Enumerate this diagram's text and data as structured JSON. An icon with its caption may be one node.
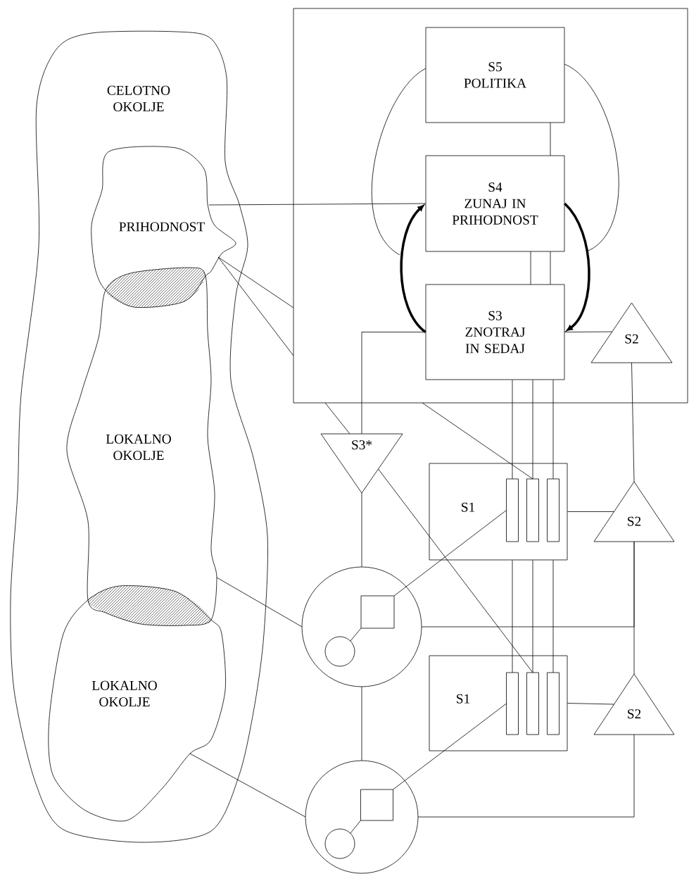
{
  "diagram": {
    "nodes": [
      {
        "text": [
          "CELOTNO OKOLJE"
        ]
      },
      {
        "text": [
          "PRIHODNOST"
        ],
        "in": 0
      },
      {
        "text": [
          "LOKALNO OKOLJE"
        ],
        "in": 0
      },
      {
        "text": [
          "LOKALNO OKOLJE"
        ],
        "in": 0
      },
      {
        "text": [],
        "shape": "box"
      },
      {
        "text": [
          "S5",
          "POLITIKA"
        ],
        "in": 4
      },
      {
        "text": [
          "S4",
          "ZUNAJ IN PRIHODNOST"
        ],
        "in": 4
      },
      {
        "text": [
          "S3",
          "ZNOTRAJ IN SEDAJ"
        ],
        "in": 4
      },
      {
        "text": [
          "S2"
        ],
        "in": 4
      },
      {
        "text": [
          "S3*"
        ]
      },
      {
        "text": [
          "S1"
        ]
      },
      {
        "text": [],
        "shape": "bar",
        "in": 10
      },
      {
        "text": [],
        "shape": "bar",
        "in": 10
      },
      {
        "text": [],
        "shape": "bar",
        "in": 10
      },
      {
        "text": [
          "S2"
        ]
      },
      {
        "text": [],
        "shape": "circle"
      },
      {
        "text": [],
        "shape": "box",
        "in": 15
      },
      {
        "text": [],
        "shape": "circle",
        "in": 15
      },
      {
        "text": [
          "S1"
        ]
      },
      {
        "text": [],
        "shape": "bar",
        "in": 18
      },
      {
        "text": [],
        "shape": "bar",
        "in": 18
      },
      {
        "text": [],
        "shape": "bar",
        "in": 18
      },
      {
        "text": [
          "S2"
        ]
      },
      {
        "text": [],
        "shape": "circle"
      },
      {
        "text": [],
        "shape": "box",
        "in": 23
      },
      {
        "text": [],
        "shape": "circle",
        "in": 23
      }
    ],
    "edges": [
      {
        "from": 1,
        "to": 6,
        "arrow": "none"
      },
      {
        "from": 1,
        "to": 4,
        "arrow": "none"
      },
      {
        "from": 1,
        "to": 4,
        "arrow": "none"
      },
      {
        "from": 5,
        "to": 6,
        "arrow": "none"
      },
      {
        "from": 6,
        "to": 7,
        "arrow": "none"
      },
      {
        "from": 6,
        "to": 7,
        "arrow": "none"
      },
      {
        "from": 7,
        "to": 6,
        "arrow": "to",
        "style": "thick"
      },
      {
        "from": 6,
        "to": 7,
        "arrow": "to",
        "style": "thick"
      },
      {
        "from": 5,
        "to": null,
        "arrow": "none"
      },
      {
        "from": 5,
        "to": null,
        "arrow": "none"
      },
      {
        "from": 8,
        "to": 7,
        "arrow": "none"
      },
      {
        "from": 7,
        "to": 9,
        "arrow": "none"
      },
      {
        "from": 7,
        "to": 11,
        "arrow": "none"
      },
      {
        "from": 7,
        "to": 12,
        "arrow": "none"
      },
      {
        "from": 7,
        "to": 13,
        "arrow": "none"
      },
      {
        "from": 4,
        "to": 9,
        "arrow": "none"
      },
      {
        "from": 4,
        "to": 12,
        "arrow": "none"
      },
      {
        "from": 9,
        "to": 20,
        "arrow": "none"
      },
      {
        "from": 10,
        "to": 19,
        "arrow": "none"
      },
      {
        "from": 10,
        "to": 20,
        "arrow": "none"
      },
      {
        "from": 10,
        "to": 21,
        "arrow": "none"
      },
      {
        "from": 8,
        "to": 14,
        "arrow": "none"
      },
      {
        "from": 10,
        "to": 14,
        "arrow": "none"
      },
      {
        "from": 14,
        "to": 22,
        "arrow": "none"
      },
      {
        "from": 15,
        "to": 14,
        "arrow": "none"
      },
      {
        "from": 18,
        "to": 22,
        "arrow": "none"
      },
      {
        "from": 22,
        "to": 23,
        "arrow": "none"
      },
      {
        "from": 9,
        "to": 15,
        "arrow": "none"
      },
      {
        "from": 15,
        "to": 23,
        "arrow": "none"
      },
      {
        "from": 16,
        "to": 11,
        "arrow": "none"
      },
      {
        "from": 24,
        "to": 19,
        "arrow": "none"
      },
      {
        "from": 17,
        "to": 16,
        "arrow": "none"
      },
      {
        "from": 25,
        "to": 24,
        "arrow": "none"
      },
      {
        "from": 2,
        "to": 15,
        "arrow": "none"
      },
      {
        "from": 3,
        "to": 23,
        "arrow": "none"
      }
    ]
  }
}
